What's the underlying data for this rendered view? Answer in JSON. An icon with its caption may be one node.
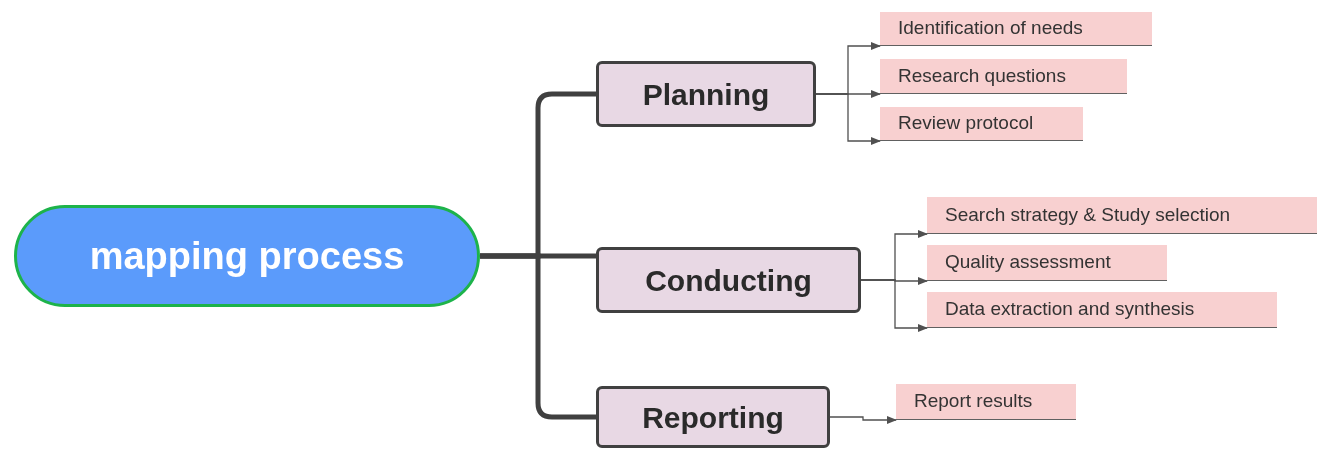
{
  "diagram": {
    "nodes": [
      {
        "text": [
          "mapping process"
        ]
      },
      {
        "text": [
          "Planning"
        ]
      },
      {
        "text": [
          "Conducting"
        ]
      },
      {
        "text": [
          "Reporting"
        ]
      },
      {
        "text": [
          "Identification of needs"
        ]
      },
      {
        "text": [
          "Research questions"
        ]
      },
      {
        "text": [
          "Review protocol"
        ]
      },
      {
        "text": [
          "Search strategy & Study selection"
        ]
      },
      {
        "text": [
          "Quality assessment"
        ]
      },
      {
        "text": [
          "Data extraction and synthesis"
        ]
      },
      {
        "text": [
          "Report results"
        ]
      }
    ],
    "edges": [
      {
        "from": 0,
        "to": 1,
        "arrow": "none",
        "style": "thick"
      },
      {
        "from": 0,
        "to": 2,
        "arrow": "none",
        "style": "thick"
      },
      {
        "from": 0,
        "to": 3,
        "arrow": "none",
        "style": "thick"
      },
      {
        "from": 1,
        "to": 4,
        "arrow": "to"
      },
      {
        "from": 1,
        "to": 5,
        "arrow": "to"
      },
      {
        "from": 1,
        "to": 6,
        "arrow": "to"
      },
      {
        "from": 2,
        "to": 7,
        "arrow": "to"
      },
      {
        "from": 2,
        "to": 8,
        "arrow": "to"
      },
      {
        "from": 2,
        "to": 9,
        "arrow": "to"
      },
      {
        "from": 3,
        "to": 10,
        "arrow": "to"
      }
    ]
  }
}
